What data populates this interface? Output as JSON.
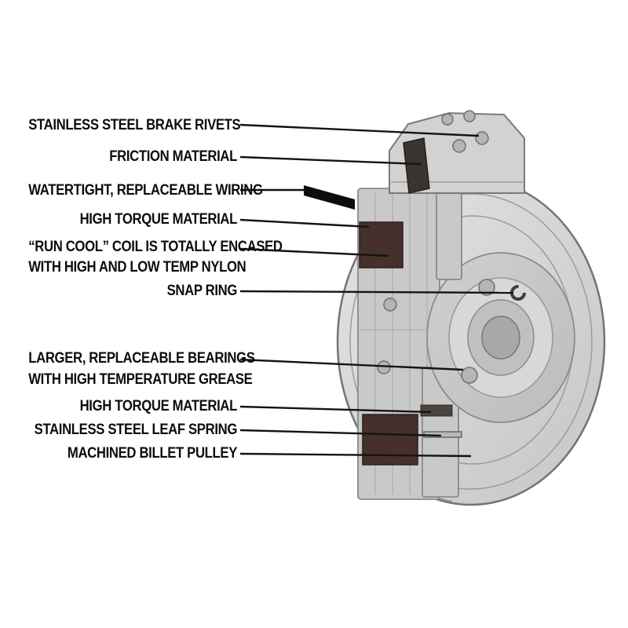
{
  "diagram": {
    "colors": {
      "background": "#ffffff",
      "leader_line": "#141414",
      "label_text": "#0d0d0d",
      "metal_light": "#d6d6d6",
      "metal_outline": "#747474",
      "coil": "#46302b",
      "friction_pad": "#3a3431",
      "wire": "#0d0d0d"
    },
    "callouts": [
      {
        "id": "brake-rivets",
        "lines": [
          "STAINLESS STEEL BRAKE RIVETS"
        ]
      },
      {
        "id": "friction-material",
        "lines": [
          "FRICTION MATERIAL"
        ]
      },
      {
        "id": "wiring",
        "lines": [
          "WATERTIGHT, REPLACEABLE WIRING"
        ]
      },
      {
        "id": "high-torque-upper",
        "lines": [
          "HIGH TORQUE MATERIAL"
        ]
      },
      {
        "id": "run-cool-coil",
        "lines": [
          "“RUN COOL” COIL IS TOTALLY ENCASED",
          "WITH HIGH AND LOW TEMP NYLON"
        ]
      },
      {
        "id": "snap-ring",
        "lines": [
          "SNAP RING"
        ]
      },
      {
        "id": "bearings",
        "lines": [
          "LARGER, REPLACEABLE BEARINGS",
          "WITH HIGH TEMPERATURE GREASE"
        ]
      },
      {
        "id": "high-torque-lower",
        "lines": [
          "HIGH TORQUE MATERIAL"
        ]
      },
      {
        "id": "leaf-spring",
        "lines": [
          "STAINLESS STEEL LEAF SPRING"
        ]
      },
      {
        "id": "billet-pulley",
        "lines": [
          "MACHINED BILLET PULLEY"
        ]
      }
    ]
  }
}
